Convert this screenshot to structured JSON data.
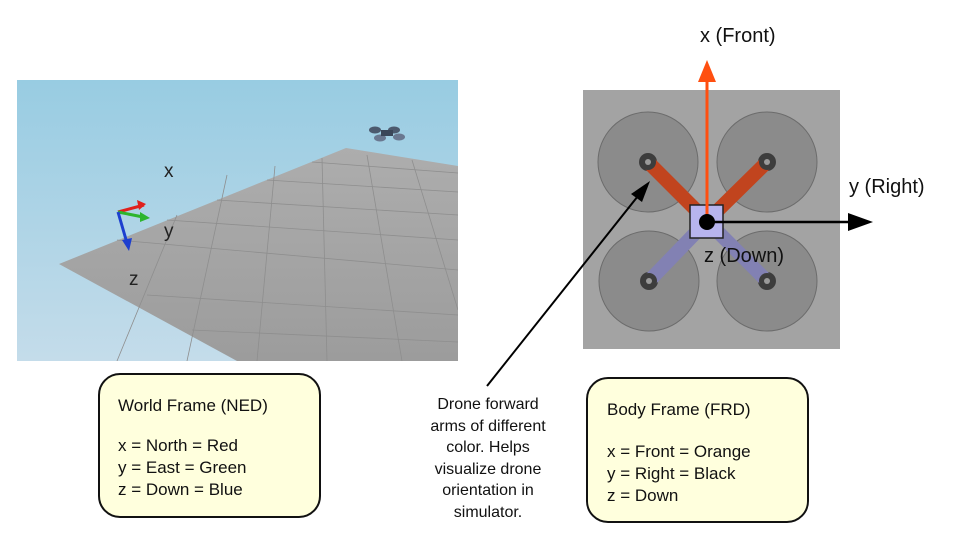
{
  "world_frame": {
    "title": "World Frame (NED)",
    "lines": [
      "x = North = Red",
      "y = East = Green",
      "z = Down = Blue"
    ],
    "axis_labels": {
      "x": "x",
      "y": "y",
      "z": "z"
    }
  },
  "body_frame": {
    "title": "Body Frame (FRD)",
    "lines": [
      "x = Front = Orange",
      "y = Right = Black",
      "z = Down"
    ],
    "axis_labels": {
      "x": "x (Front)",
      "y": "y (Right)",
      "z": "z (Down)"
    }
  },
  "callout": {
    "lines": [
      "Drone forward",
      "arms of different",
      "color. Helps",
      "visualize drone",
      "orientation in",
      "simulator."
    ]
  },
  "colors": {
    "north_axis": "#e0201c",
    "east_axis": "#2db52d",
    "down_axis": "#1d3fcf",
    "front_arrow": "#ff4f10",
    "right_arrow": "#000000",
    "box_fill": "#ffffdd",
    "sky_top": "#98cce2",
    "sky_bottom": "#c2dcea",
    "ground": "#a3a3a3"
  }
}
